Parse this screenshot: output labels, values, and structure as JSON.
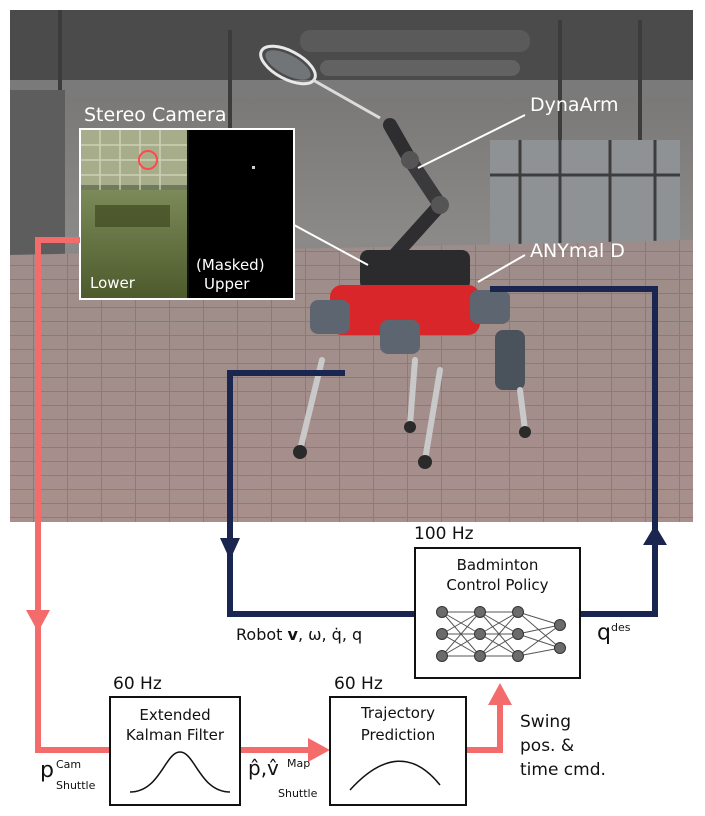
{
  "photo_labels": {
    "stereo_camera": "Stereo Camera",
    "dynaarm": "DynaArm",
    "anymal": "ANYmal D",
    "cam_lower": "Lower",
    "cam_masked": "(Masked)",
    "cam_upper": "Upper"
  },
  "blocks": {
    "policy": {
      "freq": "100 Hz",
      "line1": "Badminton",
      "line2": "Control Policy"
    },
    "ekf": {
      "freq": "60 Hz",
      "line1": "Extended",
      "line2": "Kalman Filter"
    },
    "traj": {
      "freq": "60 Hz",
      "line1": "Trajectory",
      "line2": "Prediction"
    }
  },
  "signals": {
    "robot_state_prefix": "Robot",
    "robot_state_v": "v",
    "robot_state_rest": ", ω, q̇, q",
    "q_des_base": "q",
    "q_des_sup": "des",
    "p_cam_base": "p",
    "p_cam_sup": "Cam",
    "p_cam_sub": "Shuttle",
    "est_base": "p̂,v̂",
    "est_sup": "Map",
    "est_sub": "Shuttle",
    "swing_line1": "Swing",
    "swing_line2": "pos. &",
    "swing_line3": "time cmd."
  },
  "colors": {
    "camera_path": "#f36b6b",
    "control_path": "#1a2550",
    "box_stroke": "#111111"
  }
}
